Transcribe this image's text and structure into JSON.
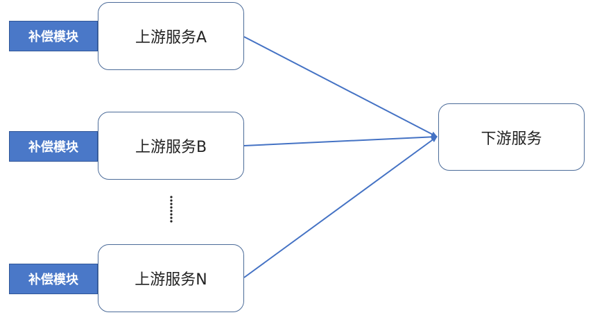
{
  "nodes": {
    "upstream_a": "上游服务A",
    "upstream_b": "上游服务B",
    "upstream_n": "上游服务N",
    "downstream": "下游服务"
  },
  "tags": {
    "a": "补偿模块",
    "b": "补偿模块",
    "n": "补偿模块"
  },
  "colors": {
    "tag_fill": "#4a78c8",
    "node_border": "#4a6a98",
    "arrow": "#4472c4"
  }
}
